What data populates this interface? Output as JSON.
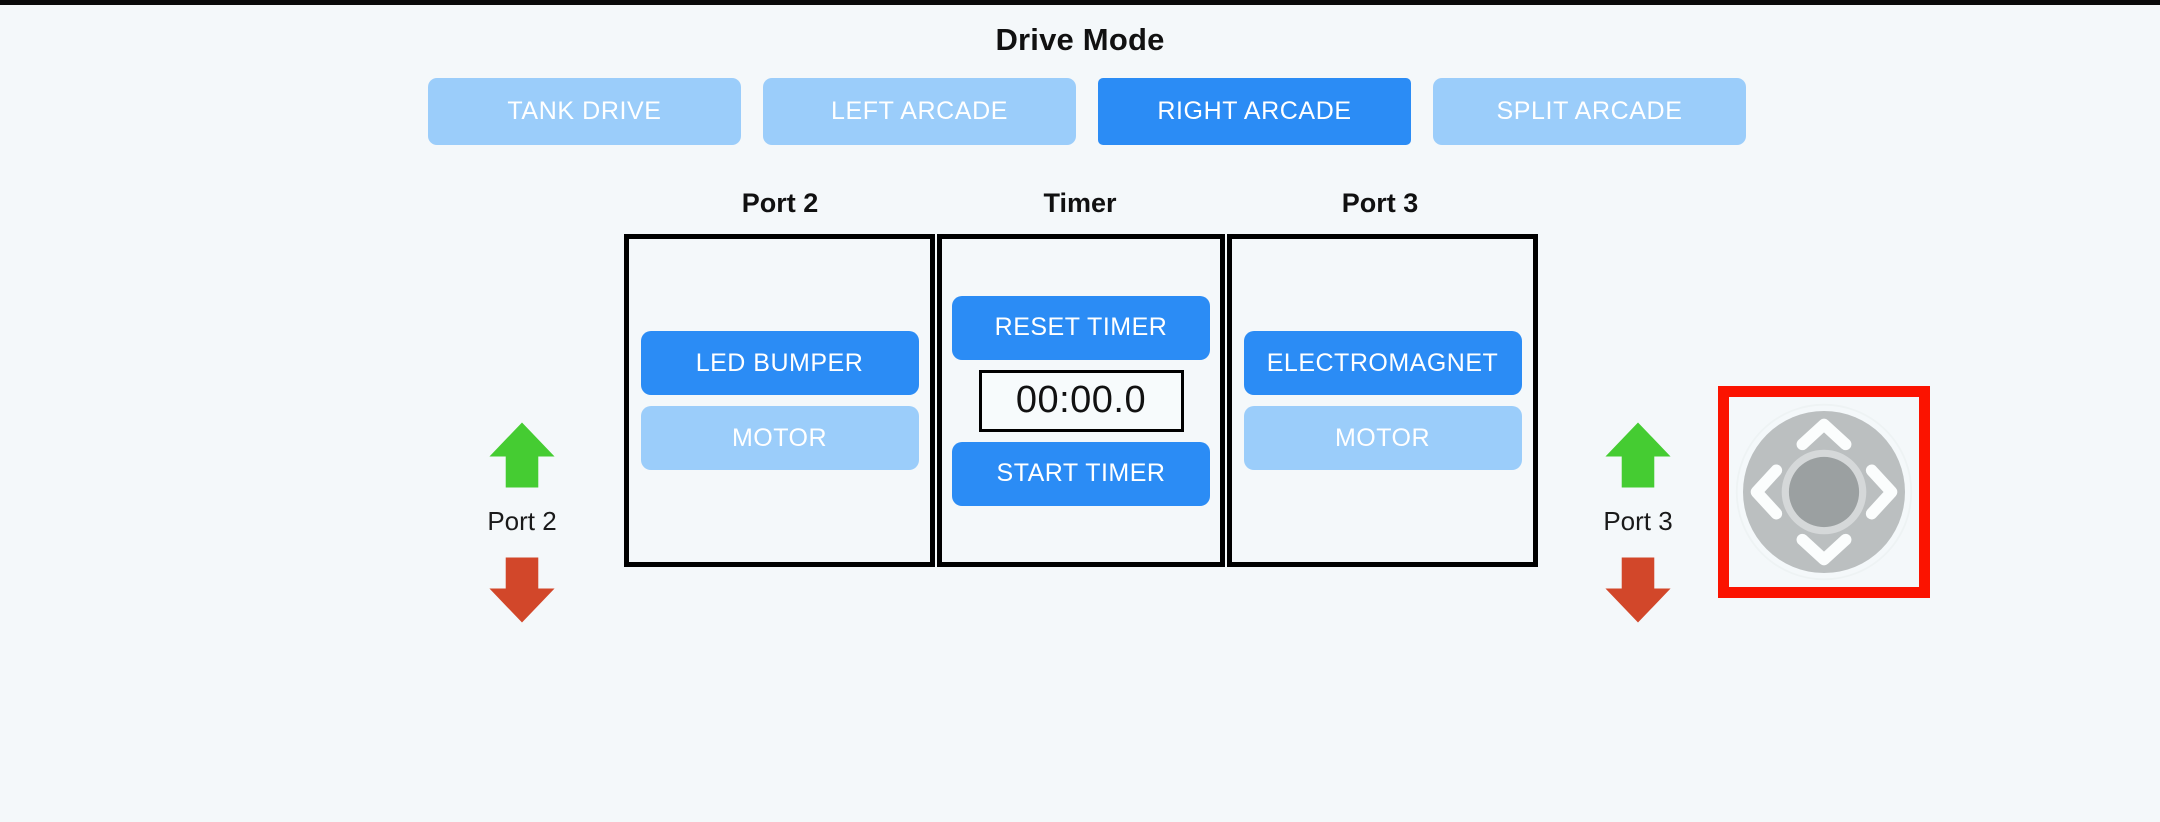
{
  "page": {
    "background_color": "#f4f8fa",
    "top_strip_color": "#0a0a0a"
  },
  "header": {
    "title": "Drive Mode"
  },
  "drive_mode": {
    "active_color": "#2b8cf5",
    "inactive_color": "#9bcdfa",
    "selected": "RIGHT ARCADE",
    "options": [
      {
        "label": "TANK DRIVE",
        "active": false
      },
      {
        "label": "LEFT ARCADE",
        "active": false
      },
      {
        "label": "RIGHT ARCADE",
        "active": true
      },
      {
        "label": "SPLIT ARCADE",
        "active": false
      }
    ]
  },
  "panels": {
    "port2": {
      "heading": "Port 2",
      "buttons": [
        {
          "label": "LED BUMPER",
          "state": "on"
        },
        {
          "label": "MOTOR",
          "state": "off"
        }
      ]
    },
    "timer": {
      "heading": "Timer",
      "reset_label": "RESET TIMER",
      "display_value": "00:00.0",
      "start_label": "START TIMER"
    },
    "port3": {
      "heading": "Port 3",
      "buttons": [
        {
          "label": "ELECTROMAGNET",
          "state": "on"
        },
        {
          "label": "MOTOR",
          "state": "off"
        }
      ]
    }
  },
  "indicators": {
    "up_arrow_color": "#45cc32",
    "down_arrow_color": "#d2472a",
    "left": {
      "label": "Port 2",
      "up_icon": "arrow-up-icon",
      "down_icon": "arrow-down-icon"
    },
    "right": {
      "label": "Port 3",
      "up_icon": "arrow-up-icon",
      "down_icon": "arrow-down-icon"
    }
  },
  "dpad": {
    "border_color": "#fb1300",
    "ring_color": "#bbbfc0",
    "inner_ring_color": "#d5d8d9",
    "center_color": "#9ba0a1",
    "chevron_color": "#fbfdfd",
    "directions": [
      "up",
      "right",
      "down",
      "left"
    ]
  }
}
